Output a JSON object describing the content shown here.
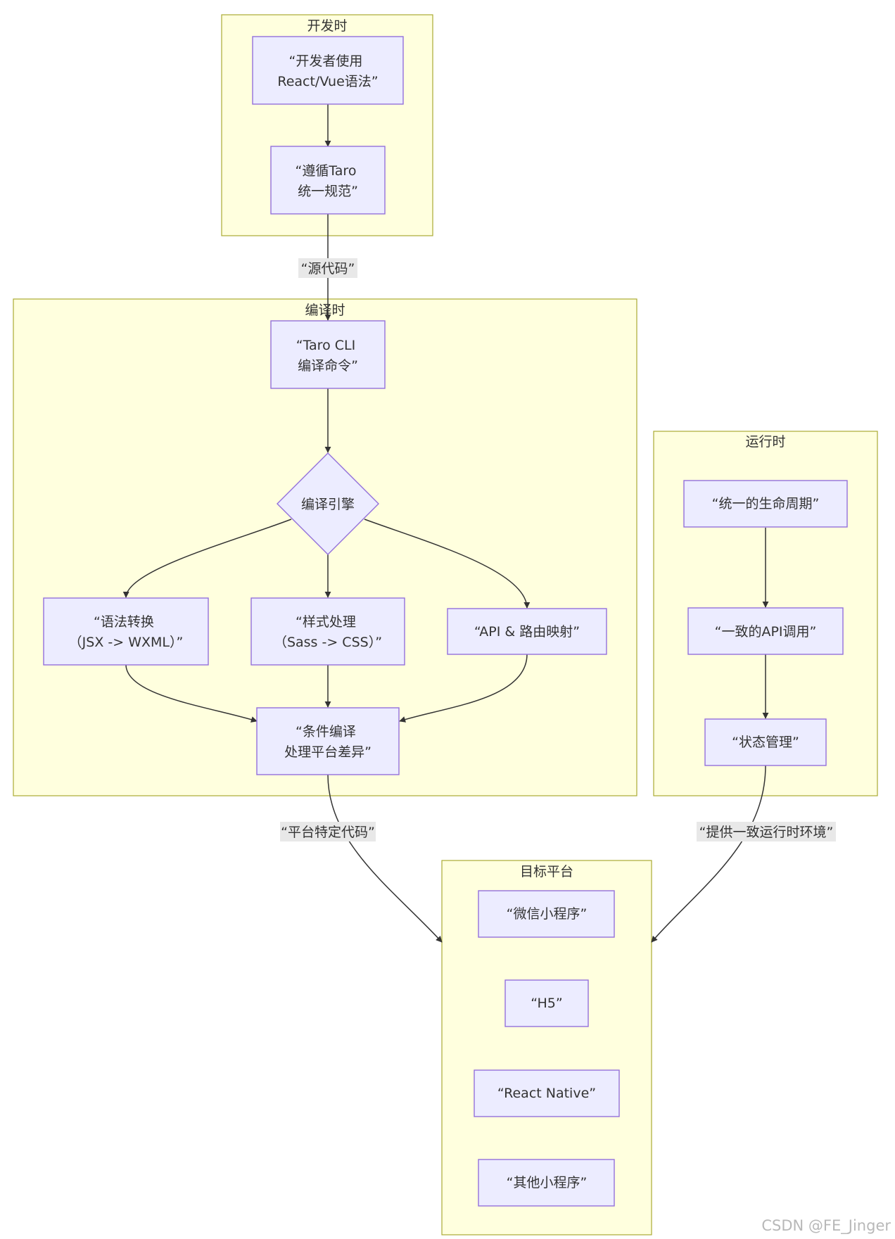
{
  "clusters": {
    "dev": {
      "title": "开发时"
    },
    "compile": {
      "title": "编译时"
    },
    "runtime": {
      "title": "运行时"
    },
    "target": {
      "title": "目标平台"
    }
  },
  "nodes": {
    "dev_react_vue": {
      "lines": [
        "“开发者使用",
        "React/Vue语法”"
      ]
    },
    "follow_spec": {
      "lines": [
        "“遵循Taro",
        "统一规范”"
      ]
    },
    "taro_cli": {
      "lines": [
        "“Taro CLI",
        "编译命令”"
      ]
    },
    "engine": {
      "lines": [
        "编译引擎"
      ]
    },
    "syntax": {
      "lines": [
        "“语法转换",
        "（JSX -> WXML）”"
      ]
    },
    "style": {
      "lines": [
        "“样式处理",
        "（Sass -> CSS）”"
      ]
    },
    "api_route": {
      "lines": [
        "“API & 路由映射”"
      ]
    },
    "conditional": {
      "lines": [
        "“条件编译",
        "处理平台差异”"
      ]
    },
    "lifecycle": {
      "lines": [
        "“统一的生命周期”"
      ]
    },
    "api_call": {
      "lines": [
        "“一致的API调用”"
      ]
    },
    "state": {
      "lines": [
        "“状态管理”"
      ]
    },
    "wechat": {
      "lines": [
        "“微信小程序”"
      ]
    },
    "h5": {
      "lines": [
        "“H5”"
      ]
    },
    "rn": {
      "lines": [
        "“React Native”"
      ]
    },
    "other_mp": {
      "lines": [
        "“其他小程序”"
      ]
    }
  },
  "edge_labels": {
    "source_code": "“源代码”",
    "platform_code": "“平台特定代码”",
    "runtime_env": "“提供一致运行时环境”"
  },
  "watermark": "CSDN @FE_Jinger",
  "colors": {
    "cluster_fill": "#ffffde",
    "cluster_stroke": "#aaaa33",
    "node_fill": "#ececff",
    "node_stroke": "#9370db",
    "edge": "#333333",
    "edge_label_bg": "#e8e8e8"
  }
}
